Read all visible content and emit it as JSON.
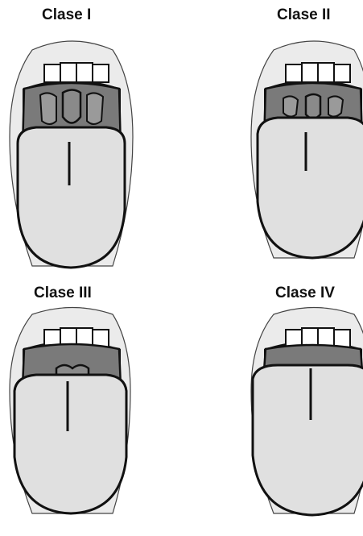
{
  "classes": [
    {
      "label": "Clase I"
    },
    {
      "label": "Clase II"
    },
    {
      "label": "Clase III"
    },
    {
      "label": "Clase IV"
    }
  ]
}
